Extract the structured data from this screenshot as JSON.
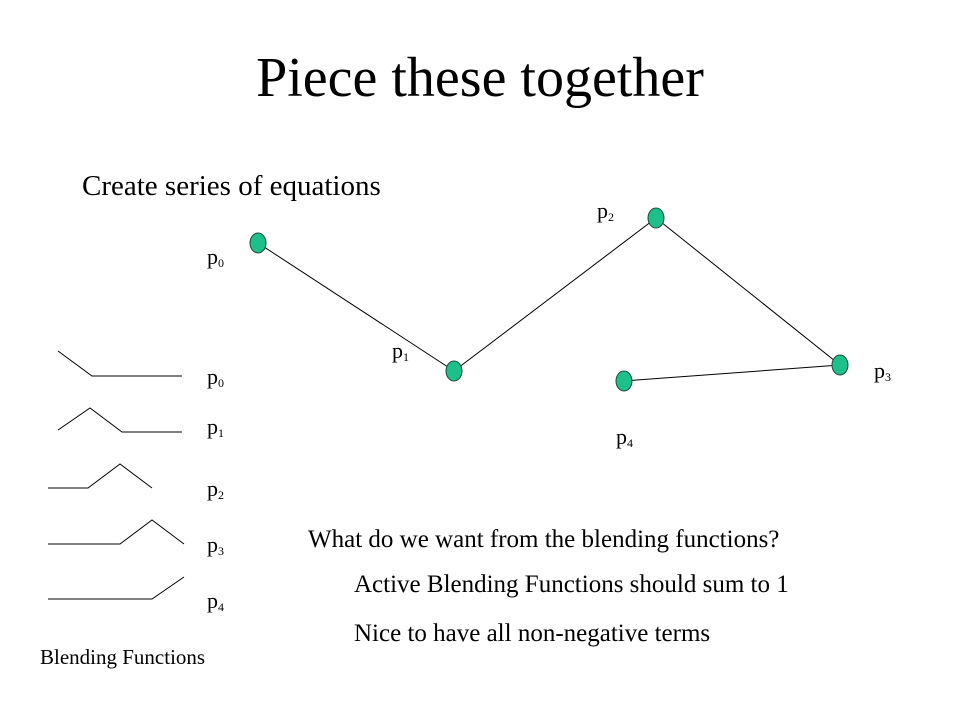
{
  "slide": {
    "title": "Piece these together",
    "subtitle": "Create series of equations"
  },
  "control_points": [
    {
      "label": "p",
      "index": "0"
    },
    {
      "label": "p",
      "index": "1"
    },
    {
      "label": "p",
      "index": "2"
    },
    {
      "label": "p",
      "index": "3"
    },
    {
      "label": "p",
      "index": "4"
    }
  ],
  "blending": {
    "labels": [
      {
        "label": "p",
        "index": "0"
      },
      {
        "label": "p",
        "index": "1"
      },
      {
        "label": "p",
        "index": "2"
      },
      {
        "label": "p",
        "index": "3"
      },
      {
        "label": "p",
        "index": "4"
      }
    ],
    "caption": "Blending Functions"
  },
  "question": "What do we want from the blending functions?",
  "answers": [
    "Active Blending Functions should sum to 1",
    "Nice to have all non-negative terms"
  ],
  "colors": {
    "point_fill": "#1dbf8a",
    "point_stroke": "#1a4d3a",
    "line": "#000000"
  }
}
